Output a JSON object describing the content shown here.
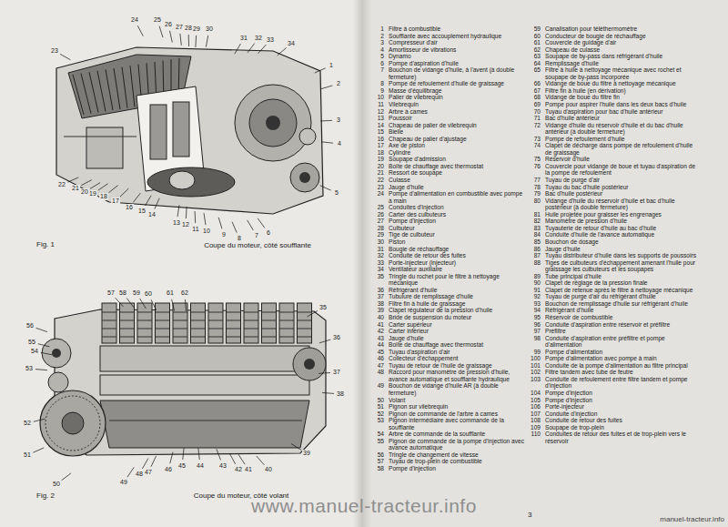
{
  "diagram": {
    "labels": [
      "1",
      "2",
      "3",
      "4",
      "5",
      "6",
      "7",
      "8",
      "9",
      "10",
      "11",
      "12",
      "13",
      "14",
      "15",
      "16",
      "17",
      "18",
      "19",
      "20",
      "21",
      "22",
      "23",
      "24",
      "25",
      "26",
      "27",
      "28",
      "29",
      "30",
      "31",
      "32",
      "33",
      "34",
      "35",
      "36",
      "37",
      "38",
      "39",
      "40",
      "41",
      "42",
      "43",
      "44",
      "45",
      "46",
      "47",
      "48",
      "49",
      "50",
      "51",
      "52",
      "53",
      "54",
      "55",
      "56",
      "57",
      "58",
      "59",
      "60",
      "61",
      "62",
      "Fig. 1",
      "Coupe du moteur, côté soufflante",
      "Fig. 2",
      "Coupe du moteur, côté volant",
      "1",
      "Filtre à combustible",
      "2",
      "Soufflante avec accouplement hydraulique",
      "3",
      "Compresseur d'air",
      "4",
      "Amortisseur de vibrations",
      "5",
      "Dynamo",
      "6",
      "Pompe d'aspiration d'huile",
      "7",
      "Bouchon de vidange d'huile, à l'avent (à double fermeture)",
      "8",
      "Pompe de refoulement d'huile de graissage",
      "9",
      "Masse d'équilibrage",
      "10",
      "Palier de vilebrequin",
      "11",
      "Vilebrequin",
      "12",
      "Arbre à cames",
      "13",
      "Poussoir",
      "14",
      "Chapeau de palier de vilebrequin",
      "15",
      "Bielle",
      "16",
      "Chapeau de palier d'ajustage",
      "17",
      "Axe de piston",
      "18",
      "Cylindre",
      "19",
      "Soupape d'admission",
      "20",
      "Boîte de chauffage avec thermostat",
      "21",
      "Ressort de soupape",
      "22",
      "Culasse",
      "23",
      "Jauge d'huile",
      "24",
      "Pompe d'alimentation en combustible avec pompe à main",
      "25",
      "Conduites d'injection",
      "26",
      "Carter des culbuteurs",
      "27",
      "Pompe d'injection",
      "28",
      "Culbuteur",
      "29",
      "Tige de culbuteur",
      "30",
      "Piston",
      "31",
      "Bougie de réchauffage",
      "32",
      "Conduite de retour des fuites",
      "33",
      "Porte-injecteur (injecteur)",
      "34",
      "Ventilateur auxiliaire",
      "35",
      "Tringle du rochet pour le filtre à nettoyage mécanique",
      "36",
      "Réfrigérant d'huile",
      "37",
      "Tubulure de remplissage d'huile",
      "38",
      "Filtre fin à huile de graissage",
      "39",
      "Clapet régulateur de la pression d'huile",
      "40",
      "Bride de suspension du moteur",
      "41",
      "Carter supérieur",
      "42",
      "Carter inférieur",
      "43",
      "Jauge d'huile",
      "44",
      "Boîte de chauffage avec thermostat",
      "45",
      "Tuyau d'aspiration d'air",
      "46",
      "Collecteur d'échappement",
      "47",
      "Tuyau de retour de l'huile de graissage",
      "48",
      "Raccord pour manomètre de pression d'huile, avance automatique et soufflante hydraulique",
      "49",
      "Bouchon de vidange d'huile AR (à double fermeture)",
      "50",
      "Volant",
      "51",
      "Pignon sur vilebrequin",
      "52",
      "Pignon de commande de l'arbre à cames",
      "53",
      "Pignon intermédiaire avec commande de la soufflante",
      "54",
      "Arbre de commande de la soufflante",
      "55",
      "Pignon de commande de la pompe d'injection avec avance automatique",
      "56",
      "Tringle de changement de vitesse",
      "57",
      "Tuyau de trop-plein de combustible",
      "58",
      "Pompe d'injection",
      "59",
      "Canalisation pour téléthermomètre",
      "60",
      "Conducteur de bougie de réchauffage",
      "61",
      "Couvercle de guidage d'air",
      "62",
      "Chapeau de culasse",
      "63",
      "Soupape de by-pass dans réfrigérant d'huile",
      "64",
      "Remplissage d'huile",
      "65",
      "Filtre à huile à nettoyage mécanique avec rochet et soupape de by-pass incorporée",
      "66",
      "Vidange de boue du filtre à nettoyage mécanique",
      "67",
      "Filtre fin à huile (en dérivation)",
      "68",
      "Vidange de boue du filtre fin",
      "69",
      "Pompe pour aspirer l'huile dans les deux bacs d'huile",
      "70",
      "Tuyau d'aspiration pour bac d'huile antérieur",
      "71",
      "Bac d'huile antérieur",
      "72",
      "Vidange d'huile du réservoir d'huile et du bac d'huile antérieur (à double fermeture)",
      "73",
      "Pompe de refoulement d'huile",
      "74",
      "Clapet de décharge dans pompe de refoulement d'huile de graissage",
      "75",
      "Réservoir d'huile",
      "76",
      "Couvercle pour vidange de boue et tuyau d'aspiration de la pompe de refoulement",
      "77",
      "Tuyau de purge d'air",
      "78",
      "Tuyau du bac d'huile postérieur",
      "79",
      "Bac d'huile postérieur",
      "80",
      "Vidange d'huile du réservoir d'huile et bac d'huile postérieur (à double fermeture)",
      "81",
      "Huile projetée pour graisser les engrenages",
      "82",
      "Manomètre de pression d'huile",
      "83",
      "Tuyauterie de retour d'huile au bac d'huile",
      "84",
      "Conduite d'huile de l'avance automatique",
      "85",
      "Bouchon de dosage",
      "86",
      "Jauge d'huile",
      "87",
      "Tuyau distributeur d'huile dans les supports de poussoirs",
      "88",
      "Tiges de culbuteurs d'échappement amenant l'huile pour graissage les culbuteurs et les soupapes",
      "89",
      "Tube principal d'huile",
      "90",
      "Clapet de réglage de la pression finale",
      "91",
      "Clapet de retenue après le filtre à nettoyage mécanique",
      "92",
      "Tuyau de purge d'air du réfrigérant d'huile",
      "93",
      "Bouchon de remplissage d'huile sur réfrigérant d'huile",
      "94",
      "Réfrigérant d'huile",
      "95",
      "Réservoir de combustible",
      "96",
      "Conduite d'aspiration entre réservoir et préfiltre",
      "97",
      "Préfiltre",
      "98",
      "Conduite d'aspiration entre préfiltre et pompe d'alimentation",
      "99",
      "Pompe d'alimentation",
      "100",
      "Pompe d'alimentation avec pompe à main",
      "101",
      "Conduite de la pompe d'alimentation au filtre principal",
      "102",
      "Filtre tandem avec tube de feutre",
      "103",
      "Conduite de refoulement entre filtre tandem et pompe d'injection",
      "104",
      "Pompe d'injection",
      "105",
      "Pompe d'injection",
      "106",
      "Porte-injecteur",
      "107",
      "Conduite d'injection",
      "108",
      "Conduite de retour des fuites",
      "109",
      "Soupape de trop-plein",
      "110",
      "Conduites de retour des fuites et de trop-plein vers le réservoir",
      "3",
      "www.manuel-tracteur.info",
      "manuel-tracteur.info"
    ]
  }
}
